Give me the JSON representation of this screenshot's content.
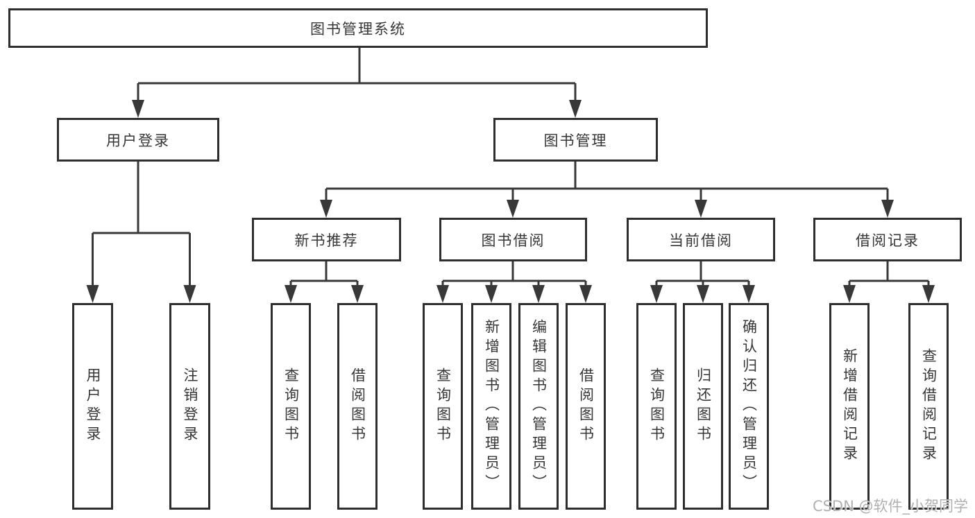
{
  "tree": {
    "root": "图书管理系统",
    "branches": [
      {
        "label": "用户登录",
        "leaves": [
          "用户登录",
          "注销登录"
        ]
      },
      {
        "label": "图书管理",
        "groups": [
          {
            "label": "新书推荐",
            "leaves": [
              "查询图书",
              "借阅图书"
            ]
          },
          {
            "label": "图书借阅",
            "leaves": [
              "查询图书",
              "新增图书（管理员）",
              "编辑图书（管理员）",
              "借阅图书"
            ]
          },
          {
            "label": "当前借阅",
            "leaves": [
              "查询图书",
              "归还图书",
              "确认归还（管理员）"
            ]
          },
          {
            "label": "借阅记录",
            "leaves": [
              "新增借阅记录",
              "查询借阅记录"
            ]
          }
        ]
      }
    ]
  },
  "watermark": "CSDN @软件_小贺同学",
  "colors": {
    "line": "#383838",
    "border": "#2e2e2e",
    "text": "#363636",
    "background": "#ffffff",
    "watermark": "#b0b0b0"
  }
}
